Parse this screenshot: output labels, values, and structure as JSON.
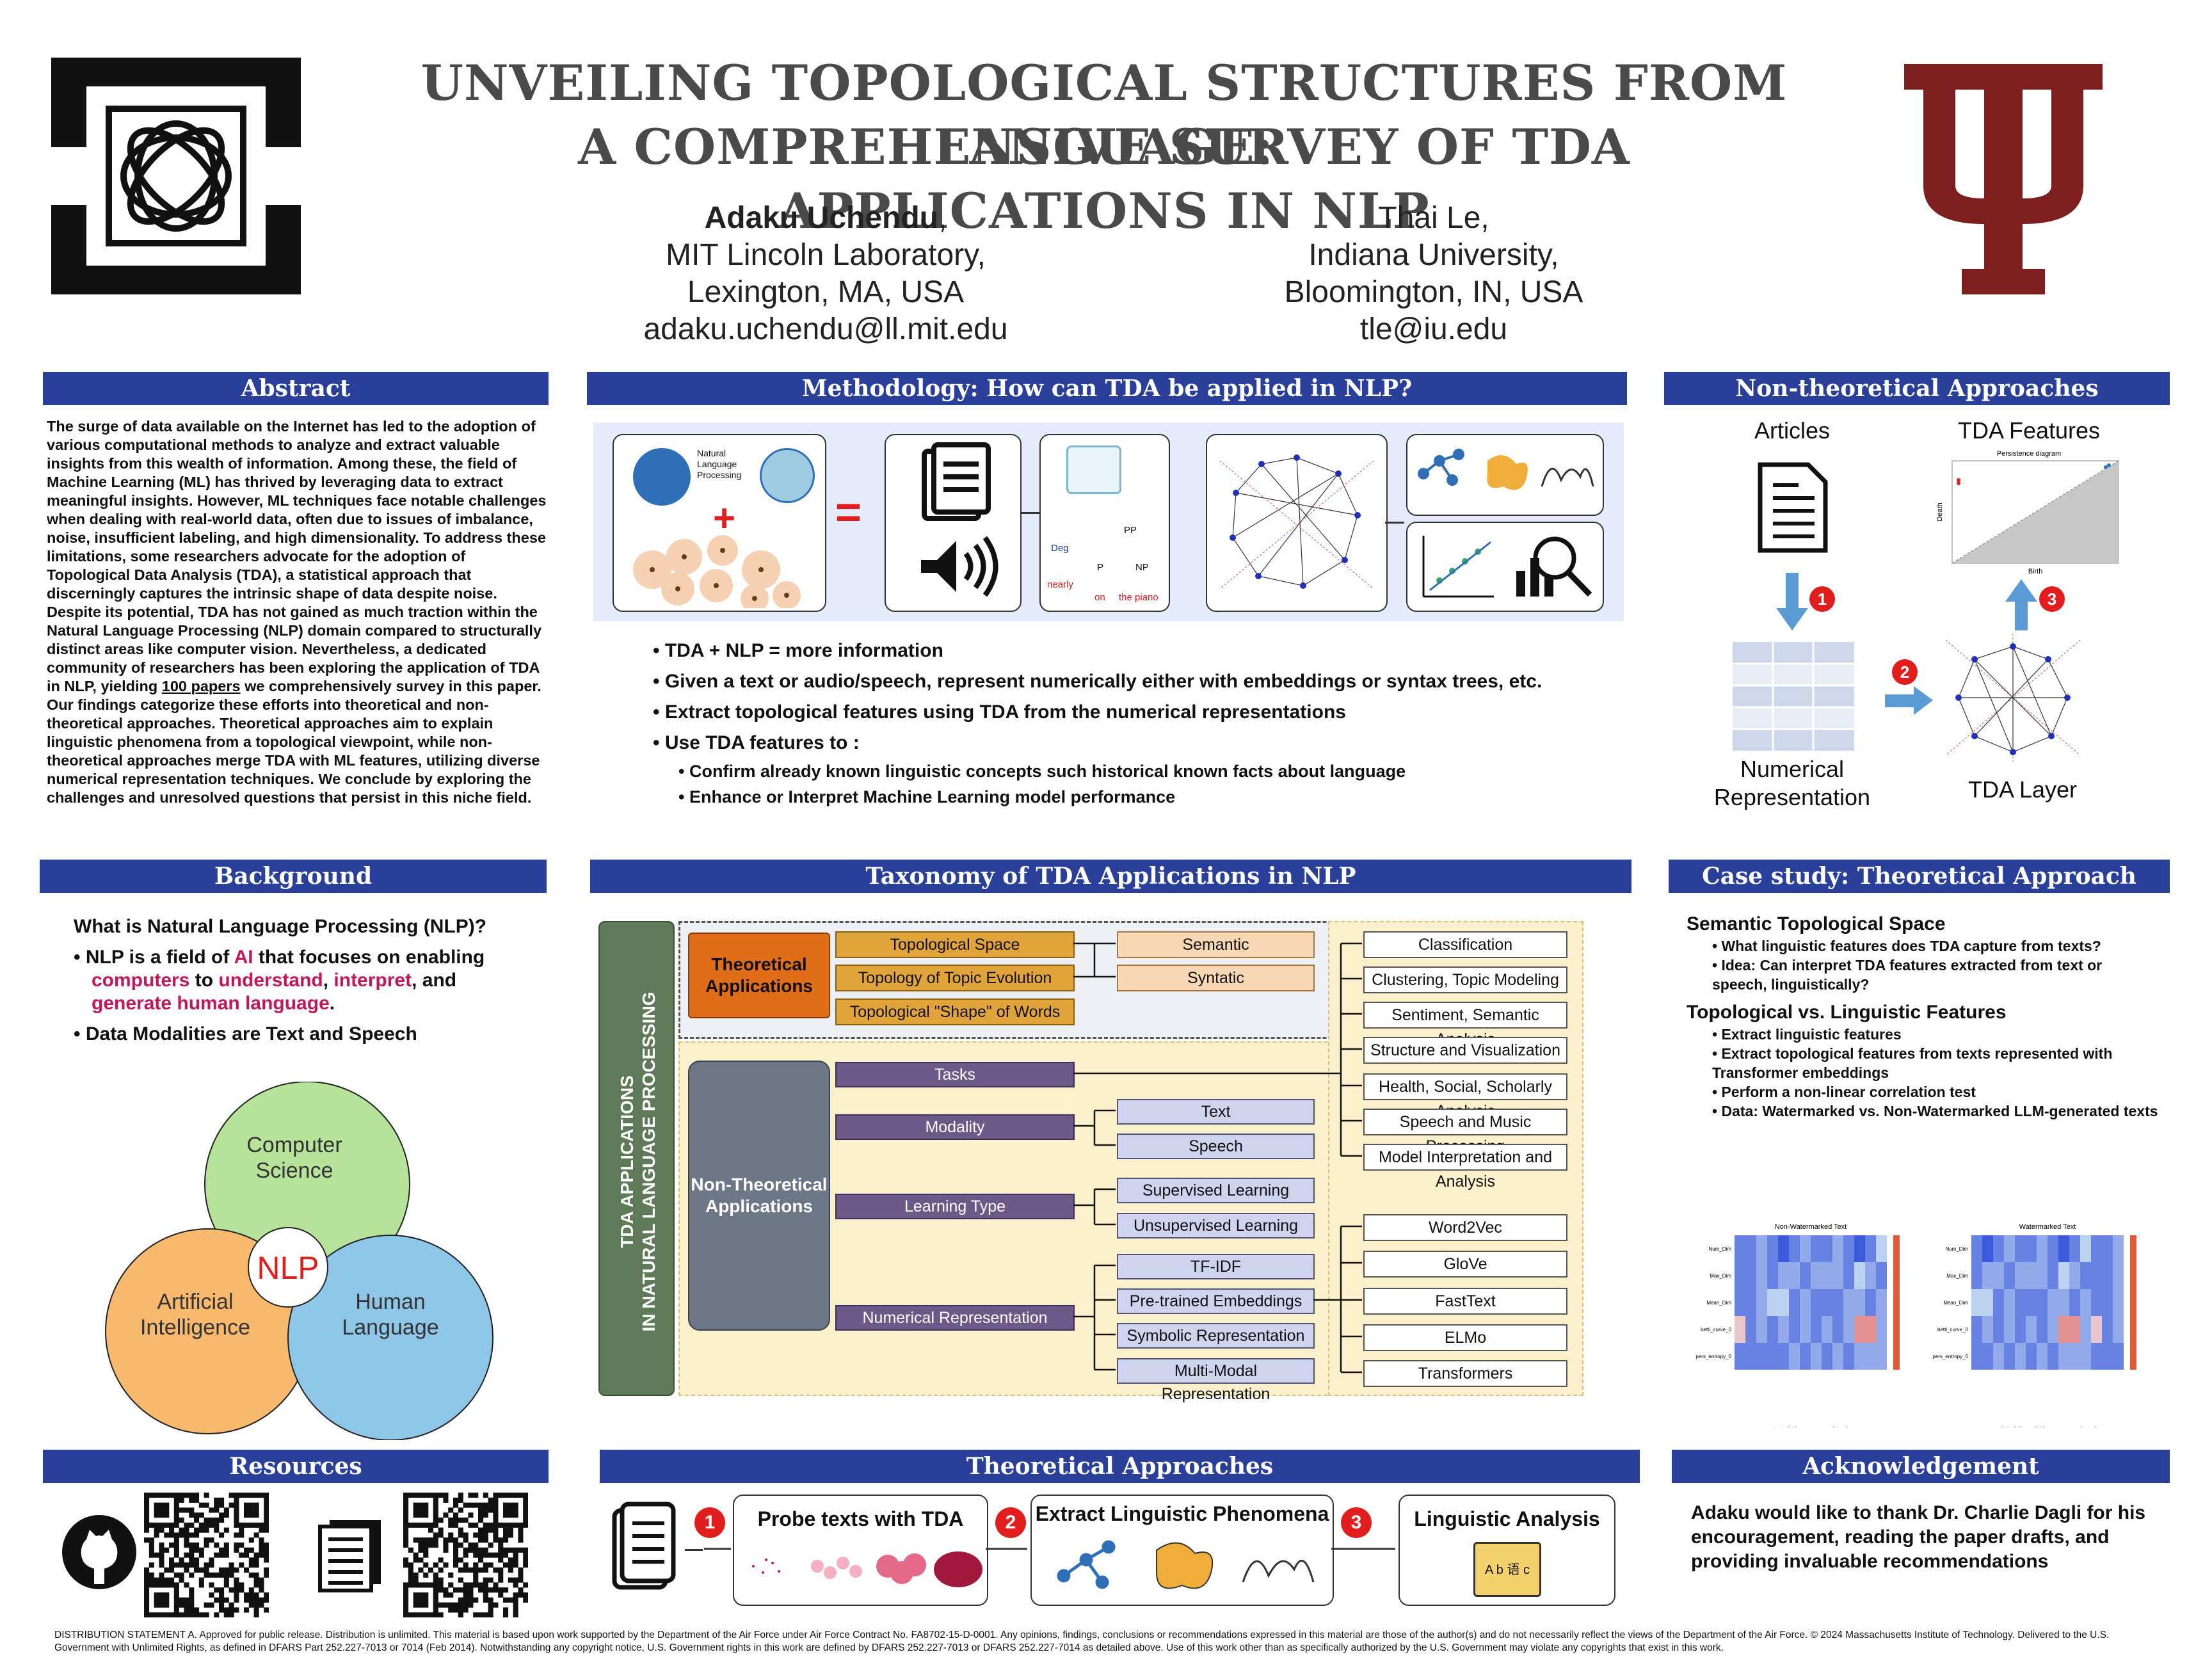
{
  "title": {
    "line1": "UNVEILING TOPOLOGICAL STRUCTURES FROM LANGUAGE:",
    "line2": "A COMPREHENSIVE SURVEY OF TDA APPLICATIONS IN NLP"
  },
  "authors": [
    {
      "name": "Adaku Uchendu",
      "sep": ",",
      "affil": "MIT Lincoln Laboratory,",
      "loc": "Lexington, MA, USA",
      "email": "adaku.uchendu@ll.mit.edu"
    },
    {
      "name": "Thai Le,",
      "affil": "Indiana University,",
      "loc": "Bloomington, IN, USA",
      "email": "tle@iu.edu"
    }
  ],
  "sections": {
    "abstract": "Abstract",
    "methodology": "Methodology: How can TDA be applied in NLP?",
    "nontheoretical": "Non-theoretical Approaches",
    "background": "Background",
    "taxonomy": "Taxonomy of TDA Applications in NLP",
    "case": "Case study: Theoretical Approach",
    "resources": "Resources",
    "theoretical": "Theoretical Approaches",
    "ack": "Acknowledgement"
  },
  "abstract": {
    "pre": "The surge of data available on the Internet has led to the adoption of various computational methods to analyze and extract valuable insights from this wealth of information. Among these, the field of Machine Learning (ML) has thrived by leveraging data to extract meaningful insights. However, ML techniques face notable challenges when dealing with real-world data, often due to issues of imbalance, noise, insufficient labeling, and high dimensionality. To address these limitations, some researchers advocate for the adoption of Topological Data Analysis (TDA), a statistical approach that discerningly captures the intrinsic shape of data despite noise. Despite its potential, TDA has not gained as much traction within the Natural Language Processing (NLP) domain compared to structurally distinct areas like computer vision. Nevertheless, a dedicated community of researchers has been exploring the application of TDA in NLP, yielding ",
    "highlight": "100 papers",
    "post": " we comprehensively survey in this paper. Our findings categorize these efforts into theoretical and non-theoretical approaches. Theoretical approaches aim to explain linguistic phenomena from a topological viewpoint, while non-theoretical approaches merge TDA with ML features, utilizing diverse numerical representation techniques. We conclude by exploring the challenges and unresolved questions that persist in this niche field."
  },
  "methodology": {
    "diagram": {
      "nlp_label": "Natural Language Processing",
      "tree_labels": [
        "PP",
        "Deg",
        "P",
        "NP",
        "nearly",
        "on",
        "the piano"
      ]
    },
    "bullets": [
      "TDA + NLP = more information",
      "Given a text or audio/speech, represent numerically either with embeddings or syntax trees, etc.",
      "Extract topological features using TDA from the numerical representations",
      "Use TDA features to :"
    ],
    "sub_bullets": [
      "Confirm already known linguistic concepts such historical known facts about language",
      "Enhance or Interpret Machine Learning model performance"
    ]
  },
  "nontheoretical": {
    "articles": "Articles",
    "tda_features": "TDA Features",
    "numerical": "Numerical",
    "representation": "Representation",
    "tda_layer": "TDA Layer",
    "steps": [
      "1",
      "2",
      "3"
    ],
    "pd_title": "Persistence diagram",
    "pd_xlabel": "Birth",
    "pd_ylabel": "Death"
  },
  "background": {
    "question": "What is Natural Language Processing (NLP)?",
    "b1_pre": "NLP is a field of ",
    "b1_ai": "AI",
    "b1_mid": " that focuses on enabling ",
    "b1_computers": "computers",
    "b1_to": " to ",
    "b1_understand": "understand",
    "b1_comma": ", ",
    "b1_interpret": "interpret",
    "b1_and": ", and ",
    "b1_generate": "generate human language",
    "b1_end": ".",
    "b2": "Data Modalities are Text and Speech",
    "venn": {
      "cs1": "Computer",
      "cs2": "Science",
      "ai1": "Artificial",
      "ai2": "Intelligence",
      "hl1": "Human",
      "hl2": "Language",
      "center": "NLP"
    }
  },
  "taxonomy": {
    "vertical1": "TDA APPLICATIONS",
    "vertical2": "IN NATURAL LANGUAGE PROCESSING",
    "theoretical": "Theoretical Applications",
    "th_items": [
      "Topological Space",
      "Topology of Topic Evolution",
      "Topological  \"Shape\" of Words"
    ],
    "th_targets": [
      "Semantic",
      "Syntatic"
    ],
    "nontheoretical": "Non-Theoretical Applications",
    "nt_items": [
      "Tasks",
      "Modality",
      "Learning Type",
      "Numerical  Representation"
    ],
    "modality": [
      "Text",
      "Speech"
    ],
    "learning": [
      "Supervised Learning",
      "Unsupervised Learning"
    ],
    "numrep": [
      "TF-IDF",
      "Pre-trained Embeddings",
      "Symbolic Representation",
      "Multi-Modal Representation"
    ],
    "tasks": [
      "Classification",
      "Clustering, Topic Modeling",
      "Sentiment, Semantic Analysis",
      "Structure and Visualization",
      "Health, Social, Scholarly Analysis",
      "Speech and Music Processing",
      "Model Interpretation and Analysis"
    ],
    "embeddings": [
      "Word2Vec",
      "GloVe",
      "FastText",
      "ELMo",
      "Transformers"
    ]
  },
  "case": {
    "h1": "Semantic Topological Space",
    "b1": [
      "What linguistic features does TDA capture from texts?",
      "Idea: Can interpret TDA features extracted from text or speech, linguistically?"
    ],
    "h2": "Topological vs. Linguistic Features",
    "b2": [
      "Extract linguistic features",
      "Extract topological features from texts represented with Transformer embeddings",
      "Perform a non-linear correlation test",
      "Data: Watermarked vs. Non-Watermarked LLM-generated texts"
    ],
    "hm_title_a": "Non-Watermarked Text",
    "hm_title_b": "Watermarked Text",
    "hm_caption_a": "(a) Watermarked",
    "hm_caption_b": "(b) Non-Watermarked",
    "hm_rows": [
      "Num_Dim",
      "Max_Dim",
      "Mean_Dim",
      "betti_curve_0",
      "pers_entropy_0"
    ],
    "hm_values": [
      [
        0.1,
        0.1,
        0.2,
        0.1,
        0.0,
        0.1,
        0.2,
        0.1,
        0.1,
        0.2,
        0.1,
        0.0,
        0.1,
        0.3
      ],
      [
        0.1,
        0.1,
        0.2,
        0.1,
        0.2,
        0.2,
        0.1,
        0.2,
        0.2,
        0.2,
        0.1,
        0.3,
        0.2,
        0.1
      ],
      [
        0.1,
        0.1,
        0.2,
        0.3,
        0.3,
        0.1,
        0.2,
        0.1,
        0.1,
        0.1,
        0.2,
        0.2,
        0.1,
        0.2
      ],
      [
        0.4,
        0.1,
        0.2,
        0.1,
        0.2,
        0.1,
        0.2,
        0.1,
        0.2,
        0.1,
        0.2,
        0.6,
        0.6,
        0.2
      ],
      [
        0.1,
        0.1,
        0.1,
        0.1,
        0.1,
        0.2,
        0.1,
        0.2,
        0.1,
        0.2,
        0.1,
        0.2,
        0.2,
        0.2
      ]
    ]
  },
  "theoretical": {
    "steps": [
      "1",
      "2",
      "3"
    ],
    "probe": "Probe texts with TDA",
    "extract": "Extract Linguistic Phenomena",
    "analysis": "Linguistic Analysis",
    "book_text": "A b 语 c"
  },
  "ack": "Adaku would like to thank Dr. Charlie Dagli for his encouragement, reading the paper drafts, and providing invaluable recommendations",
  "footer": "DISTRIBUTION STATEMENT A. Approved for public release. Distribution is unlimited. This material is based upon work supported by the Department of the Air Force under Air Force Contract No. FA8702-15-D-0001. Any opinions, findings, conclusions or recommendations expressed in this material are those of the author(s) and do not necessarily reflect the views of the Department of the Air Force. © 2024 Massachusetts Institute of Technology. Delivered to the U.S. Government with Unlimited Rights, as defined in DFARS Part 252.227-7013 or 7014 (Feb 2014). Notwithstanding any copyright notice, U.S. Government rights in this work are defined by DFARS 252.227-7013 or DFARS 252.227-7014 as detailed above. Use of this work other than as specifically authorized by the U.S. Government may violate any copyrights that exist in this work.",
  "colors": {
    "bar": "#2a3f99",
    "iu": "#7d1f1f",
    "accent_red": "#e21d1d",
    "magenta": "#c2185b",
    "green_box": "#5f7a58",
    "yellow_bg": "#fbf0cc",
    "venn_cs": "#b6e29a",
    "venn_ai": "#f7b96e",
    "venn_hl": "#8ec6e8"
  }
}
